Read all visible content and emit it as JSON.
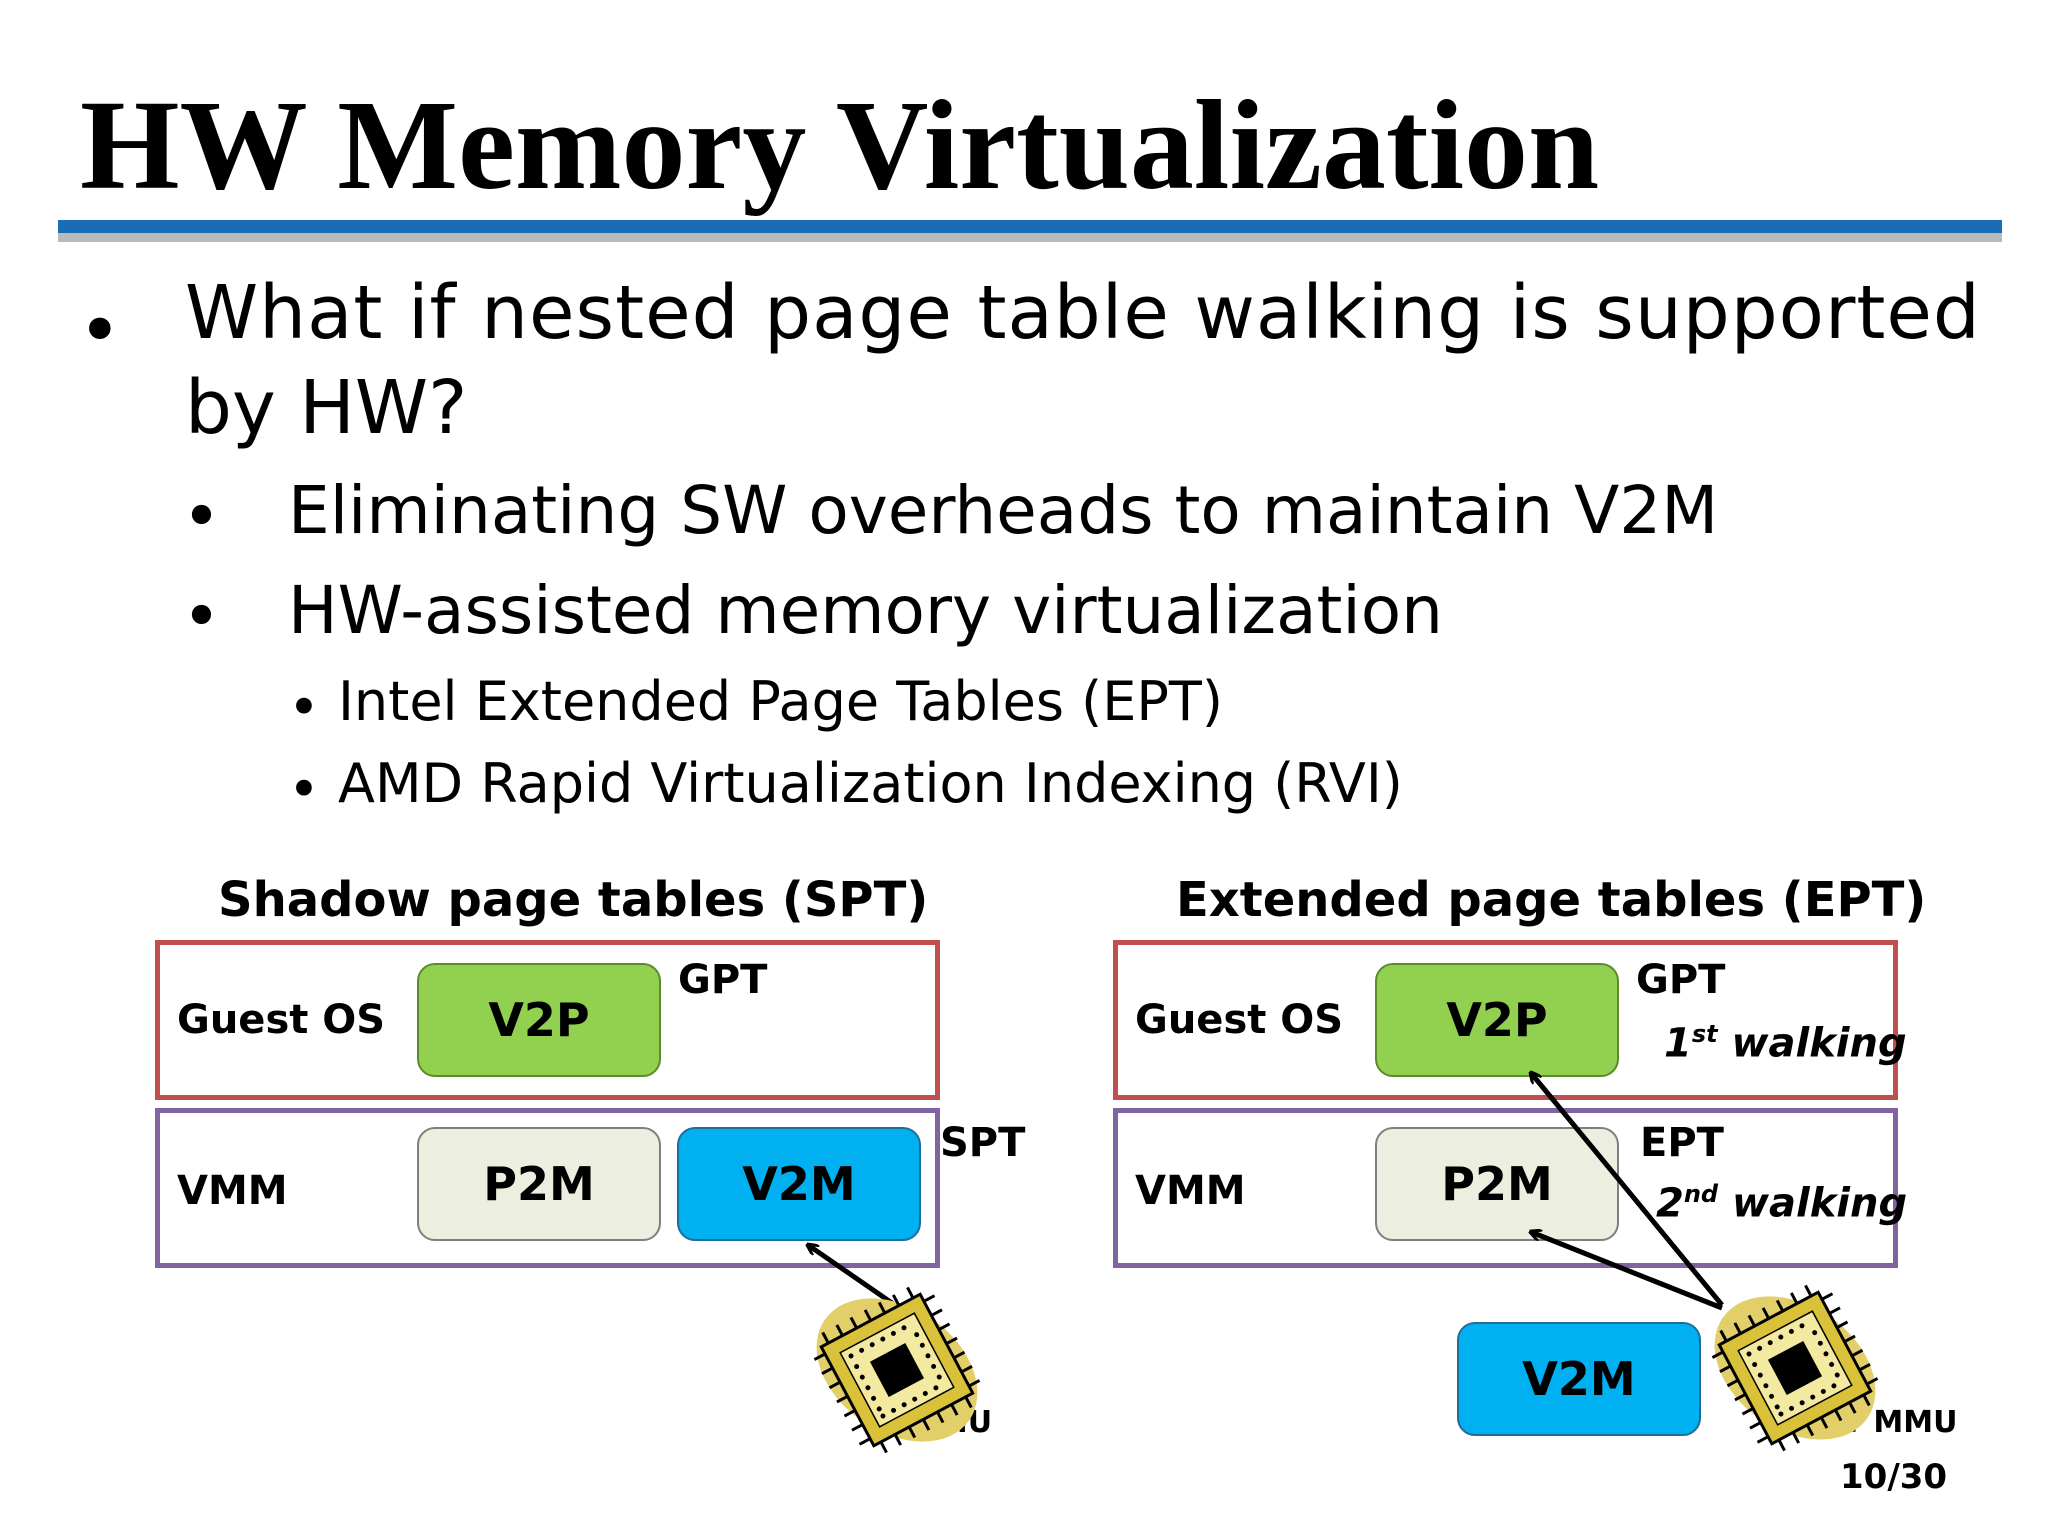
{
  "title": "HW Memory Virtualization",
  "bullets": {
    "main_line1": "What if nested page table walking is supported",
    "main_line2": "by HW?",
    "sub1": "Eliminating SW overheads to maintain V2M",
    "sub2": "HW-assisted memory virtualization",
    "subsub1": "Intel Extended Page Tables (EPT)",
    "subsub2": "AMD Rapid Virtualization Indexing (RVI)"
  },
  "spt": {
    "heading": "Shadow page tables (SPT)",
    "guest_label": "Guest OS",
    "v2p": "V2P",
    "gpt": "GPT",
    "vmm_label": "VMM",
    "p2m": "P2M",
    "v2m": "V2M",
    "spt": "SPT",
    "mmu": "MMU"
  },
  "ept": {
    "heading": "Extended page tables (EPT)",
    "guest_label": "Guest OS",
    "v2p": "V2P",
    "gpt": "GPT",
    "walk1_num": "1",
    "walk1_sup": "st",
    "walk1_word": "walking",
    "vmm_label": "VMM",
    "p2m": "P2M",
    "ept": "EPT",
    "walk2_num": "2",
    "walk2_sup": "nd",
    "walk2_word": "walking",
    "v2m": "V2M",
    "mmu": "EPT MMU"
  },
  "page_number": "10/30",
  "colors": {
    "title_rule": "#1b6cb7",
    "guest_border": "#c0504d",
    "vmm_border": "#8064a2",
    "v2p_fill": "#92d050",
    "p2m_fill": "#eceee0",
    "v2m_fill": "#00b0f0",
    "chip_glow": "#e2cf6a"
  }
}
